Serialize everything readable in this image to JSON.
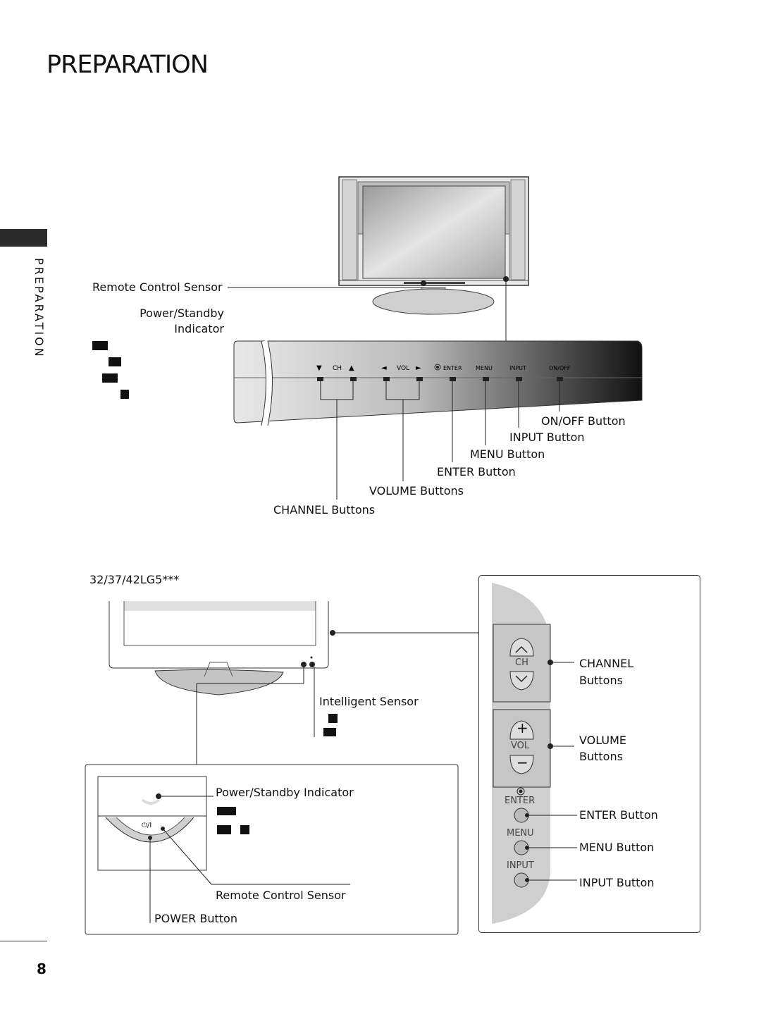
{
  "page": {
    "title": "PREPARATION",
    "side_tab": "PREPARATION",
    "page_number": "8"
  },
  "top_diagram": {
    "labels": {
      "remote_sensor": "Remote Control Sensor",
      "power_standby_1": "Power/Standby",
      "power_standby_2": "Indicator",
      "on_off": "ON/OFF Button",
      "input": "INPUT Button",
      "menu": "MENU Button",
      "enter": "ENTER Button",
      "volume": "VOLUME Buttons",
      "channel": "CHANNEL Buttons"
    },
    "panel_text": {
      "ch_down": "▼",
      "ch": "CH",
      "ch_up": "▲",
      "vol_left": "◄",
      "vol": "VOL",
      "vol_right": "►",
      "enter": "ENTER",
      "menu": "MENU",
      "input": "INPUT",
      "onoff": "ON/OFF"
    }
  },
  "bottom_diagram": {
    "model": "32/37/42LG5***",
    "labels": {
      "intelligent_sensor": "Intelligent Sensor",
      "power_standby": "Power/Standby Indicator",
      "remote_sensor": "Remote Control Sensor",
      "power": "POWER Button",
      "channel_1": "CHANNEL",
      "channel_2": "Buttons",
      "volume_1": "VOLUME",
      "volume_2": "Buttons",
      "enter": "ENTER Button",
      "menu": "MENU Button",
      "input": "INPUT Button"
    },
    "panel_text": {
      "ch": "CH",
      "vol": "VOL",
      "enter": "ENTER",
      "menu": "MENU",
      "input": "INPUT",
      "power_symbol": "⏻/I",
      "plus": "+",
      "minus": "−"
    }
  },
  "colors": {
    "ink": "#111111",
    "panel_gray": "#cfcfcf",
    "side_tab": "#2b2b2b"
  }
}
